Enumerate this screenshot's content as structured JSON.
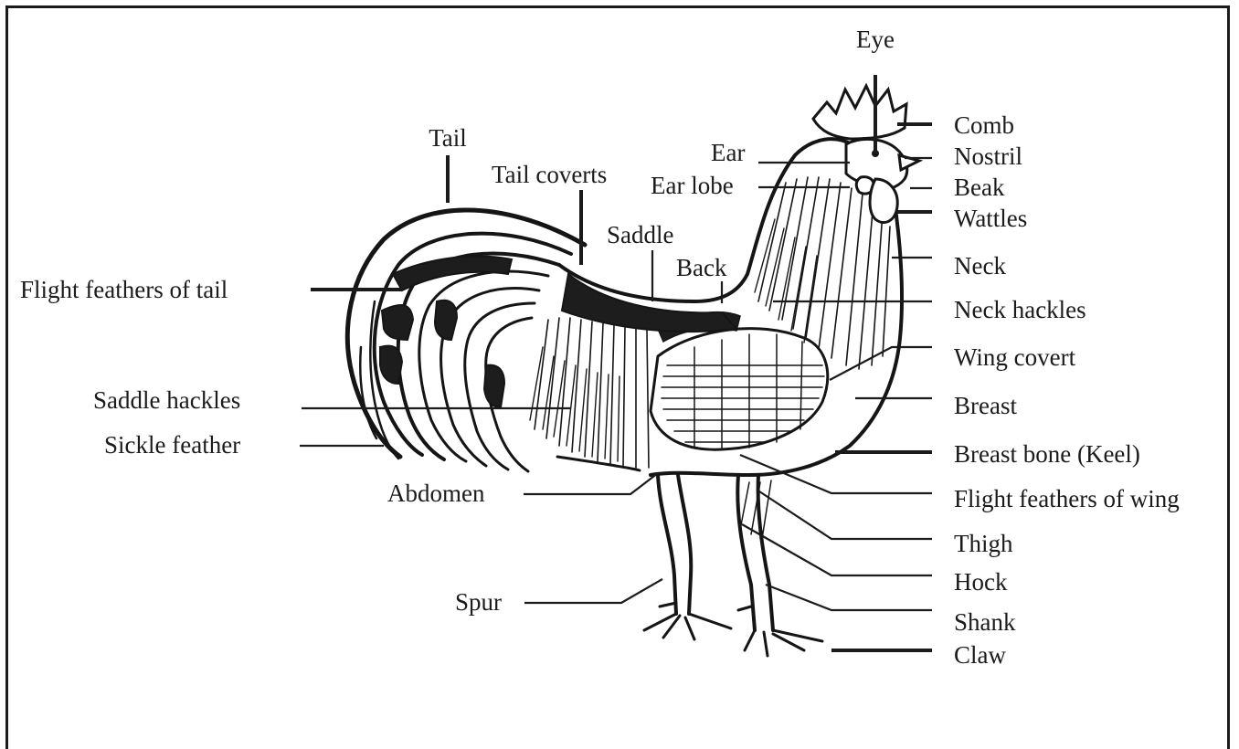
{
  "diagram": {
    "labels": {
      "eye": "Eye",
      "comb": "Comb",
      "nostril": "Nostril",
      "beak": "Beak",
      "wattles": "Wattles",
      "neck": "Neck",
      "neck_hackles": "Neck hackles",
      "wing_covert": "Wing covert",
      "breast": "Breast",
      "breast_bone": "Breast bone (Keel)",
      "flight_feathers_wing": "Flight feathers of wing",
      "thigh": "Thigh",
      "hock": "Hock",
      "shank": "Shank",
      "claw": "Claw",
      "tail": "Tail",
      "tail_coverts": "Tail coverts",
      "ear": "Ear",
      "ear_lobe": "Ear lobe",
      "saddle": "Saddle",
      "back": "Back",
      "flight_feathers_tail": "Flight feathers of tail",
      "saddle_hackles": "Saddle hackles",
      "sickle_feather": "Sickle feather",
      "abdomen": "Abdomen",
      "spur": "Spur"
    }
  }
}
